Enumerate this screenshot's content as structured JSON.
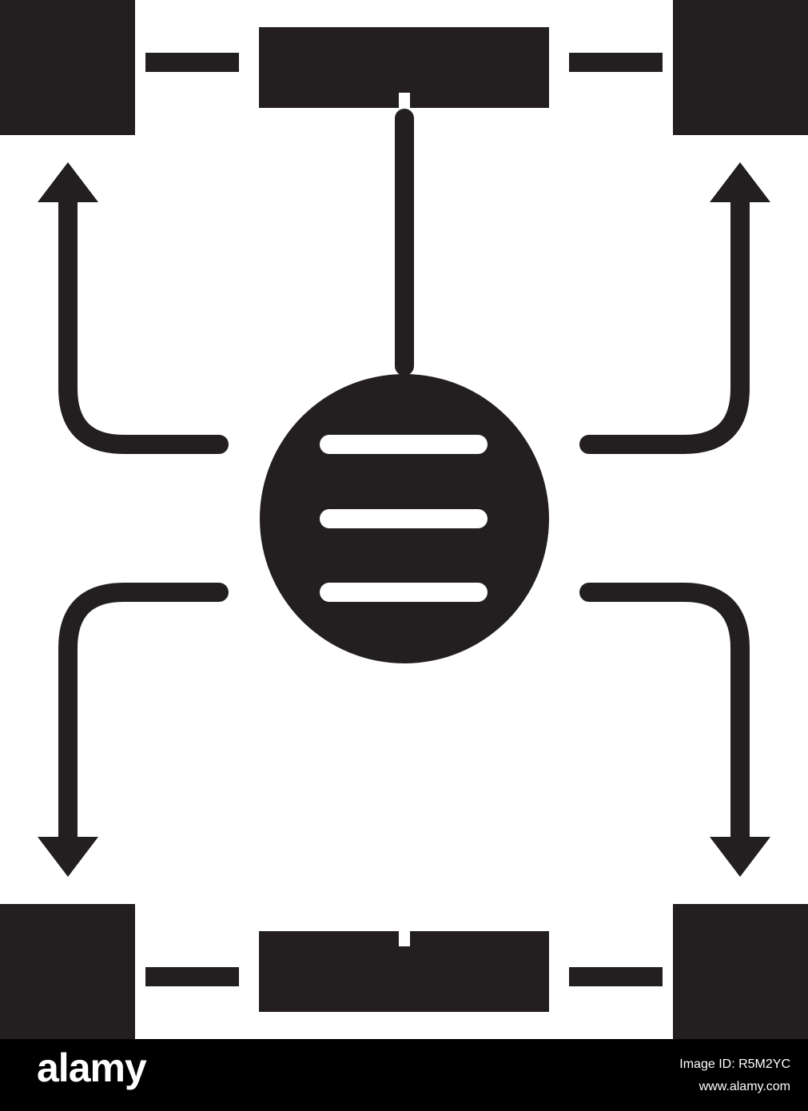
{
  "colors": {
    "ink": "#231f20",
    "background": "#ffffff",
    "bar": "#000000",
    "bar_text": "#ffffff"
  },
  "diagram": {
    "nodes": [
      "top-left-box",
      "top-center-box",
      "top-right-box",
      "center-circle",
      "bottom-left-box",
      "bottom-center-box",
      "bottom-right-box"
    ],
    "center_icon": "menu-lines-icon",
    "arrows": [
      "up-left",
      "up-right",
      "down-left",
      "down-right"
    ]
  },
  "watermark": {
    "brand": "alamy",
    "image_id": "Image ID: R5M2YC",
    "url": "www.alamy.com"
  }
}
